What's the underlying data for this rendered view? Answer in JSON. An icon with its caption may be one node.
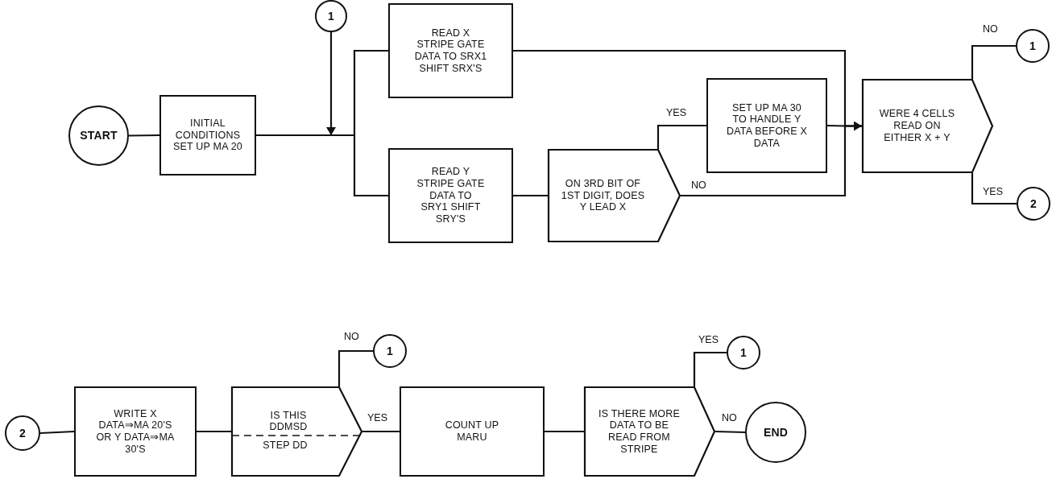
{
  "diagram": {
    "nodes": [
      {
        "text": [
          "START"
        ]
      },
      {
        "text": [
          "INITIAL CONDITIONS SET UP MA 20"
        ]
      },
      {
        "text": [
          "1"
        ]
      },
      {
        "text": [
          "READ X STRIPE GATE DATA TO SRX1 SHIFT SRX'S"
        ]
      },
      {
        "text": [
          "READ Y STRIPE GATE DATA TO SRY1 SHIFT SRY'S"
        ]
      },
      {
        "text": [
          "ON 3RD BIT OF 1ST DIGIT, DOES Y LEAD X"
        ]
      },
      {
        "text": [
          "SET UP MA 30 TO HANDLE Y DATA BEFORE X DATA"
        ]
      },
      {
        "text": [
          "WERE 4 CELLS READ ON EITHER X + Y"
        ]
      },
      {
        "text": [
          "1"
        ]
      },
      {
        "text": [
          "2"
        ]
      },
      {
        "text": [
          "2"
        ]
      },
      {
        "text": [
          "WRITE X DATA⇒MA 20'S OR Y DATA⇒MA 30'S"
        ]
      },
      {
        "text": [
          "IS THIS DDMSD",
          "STEP DD"
        ]
      },
      {
        "text": [
          "1"
        ]
      },
      {
        "text": [
          "COUNT UP MARU"
        ]
      },
      {
        "text": [
          "IS THERE MORE DATA TO BE READ FROM STRIPE"
        ]
      },
      {
        "text": [
          "1"
        ]
      },
      {
        "text": [
          "END"
        ]
      }
    ],
    "edges": [
      {
        "from": 0,
        "to": 1,
        "arrow": "none"
      },
      {
        "from": 1,
        "to": 3,
        "arrow": "none"
      },
      {
        "from": 1,
        "to": 4,
        "arrow": "none"
      },
      {
        "from": 2,
        "to": null,
        "arrow": "to"
      },
      {
        "from": 3,
        "to": 7,
        "arrow": "to"
      },
      {
        "from": 4,
        "to": 5,
        "arrow": "none"
      },
      {
        "from": 5,
        "to": 6,
        "label": "YES",
        "arrow": "none"
      },
      {
        "from": 5,
        "to": 7,
        "label": "NO",
        "arrow": "to"
      },
      {
        "from": 6,
        "to": 7,
        "arrow": "none"
      },
      {
        "from": 7,
        "to": 8,
        "label": "NO",
        "arrow": "none"
      },
      {
        "from": 7,
        "to": 9,
        "label": "YES",
        "arrow": "none"
      },
      {
        "from": 10,
        "to": 11,
        "arrow": "none"
      },
      {
        "from": 11,
        "to": 12,
        "arrow": "none"
      },
      {
        "from": 12,
        "to": 13,
        "label": "NO",
        "arrow": "none"
      },
      {
        "from": 12,
        "to": 14,
        "label": "YES",
        "arrow": "none"
      },
      {
        "from": 14,
        "to": 15,
        "arrow": "none"
      },
      {
        "from": 15,
        "to": 16,
        "label": "YES",
        "arrow": "none"
      },
      {
        "from": 15,
        "to": 17,
        "label": "NO",
        "arrow": "none"
      }
    ]
  }
}
